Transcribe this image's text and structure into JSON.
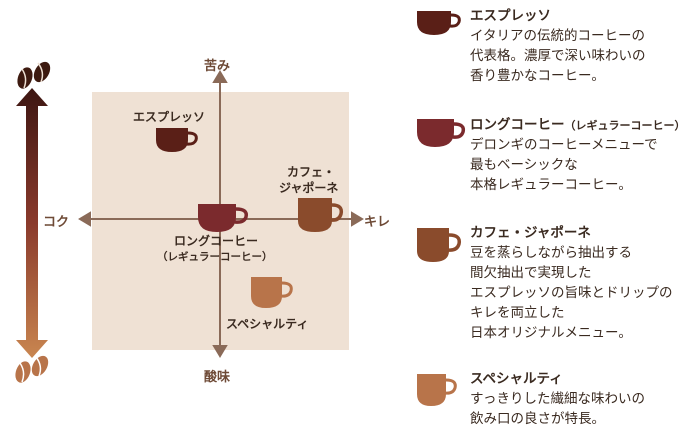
{
  "axes": {
    "top": "苦み",
    "bottom": "酸味",
    "left": "コク",
    "right": "キレ"
  },
  "map": {
    "espresso": "エスプレッソ",
    "cafe_japone_line1": "カフェ・",
    "cafe_japone_line2": "ジャポーネ",
    "long_coffee_line1": "ロングコーヒー",
    "long_coffee_line2": "（レギュラーコーヒー）",
    "specialty": "スペシャルティ"
  },
  "colors": {
    "espresso": "#5a1f17",
    "long_coffee": "#7b2a2d",
    "cafe_japone": "#8a4b2c",
    "specialty": "#b8744a",
    "panel": "#efe1d4",
    "axis": "#8a6a58"
  },
  "legend": [
    {
      "title": "エスプレッソ",
      "title_sub": "",
      "icon": "espresso-cup-icon",
      "lines": [
        "イタリアの伝統的コーヒーの",
        "代表格。濃厚で深い味わいの",
        "香り豊かなコーヒー。"
      ]
    },
    {
      "title": "ロングコーヒー",
      "title_sub": "（レギュラーコーヒー）",
      "icon": "long-coffee-cup-icon",
      "lines": [
        "デロンギのコーヒーメニューで",
        "最もベーシックな",
        "本格レギュラーコーヒー。"
      ]
    },
    {
      "title": "カフェ・ジャポーネ",
      "title_sub": "",
      "icon": "cafe-japone-cup-icon",
      "lines": [
        "豆を蒸らしながら抽出する",
        "間欠抽出で実現した",
        "エスプレッソの旨味とドリップの",
        "キレを両立した",
        "日本オリジナルメニュー。"
      ]
    },
    {
      "title": "スペシャルティ",
      "title_sub": "",
      "icon": "specialty-cup-icon",
      "lines": [
        "すっきりした繊細な味わいの",
        "飲み口の良さが特長。"
      ]
    }
  ]
}
